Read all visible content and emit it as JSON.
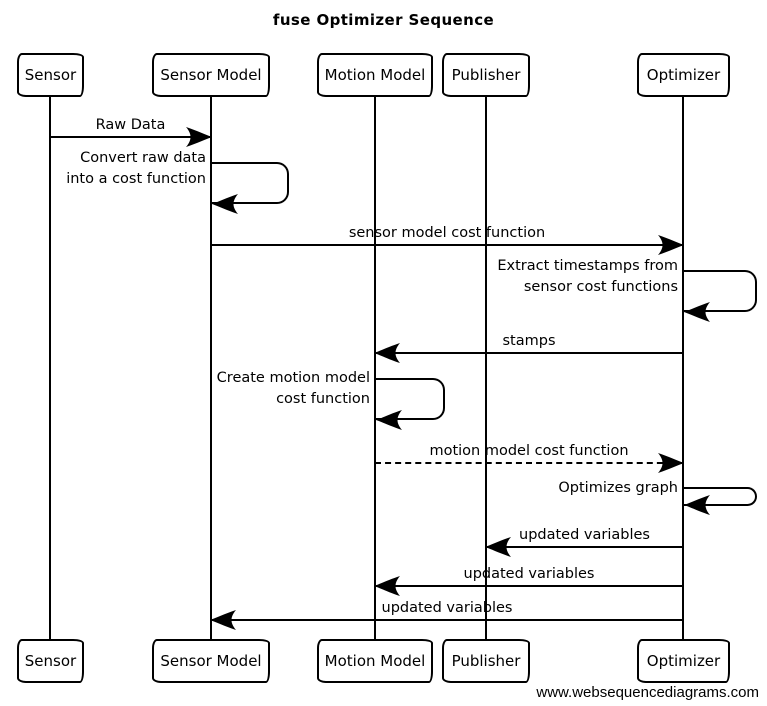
{
  "title": "fuse Optimizer Sequence",
  "watermark": "www.websequencediagrams.com",
  "participants": [
    {
      "name": "Sensor"
    },
    {
      "name": "Sensor Model"
    },
    {
      "name": "Motion Model"
    },
    {
      "name": "Publisher"
    },
    {
      "name": "Optimizer"
    }
  ],
  "messages": [
    {
      "type": "call",
      "from": "Sensor",
      "to": "Sensor Model",
      "label": "Raw Data",
      "line_style": "solid"
    },
    {
      "type": "self",
      "on": "Sensor Model",
      "lines": [
        "Convert raw data",
        "into a cost function"
      ]
    },
    {
      "type": "call",
      "from": "Sensor Model",
      "to": "Optimizer",
      "label": "sensor model cost function",
      "line_style": "solid"
    },
    {
      "type": "self",
      "on": "Optimizer",
      "lines": [
        "Extract timestamps from",
        "sensor cost functions"
      ]
    },
    {
      "type": "call",
      "from": "Optimizer",
      "to": "Motion Model",
      "label": "stamps",
      "line_style": "solid"
    },
    {
      "type": "self",
      "on": "Motion Model",
      "lines": [
        "Create motion model",
        "cost function"
      ]
    },
    {
      "type": "call",
      "from": "Motion Model",
      "to": "Optimizer",
      "label": "motion model cost function",
      "line_style": "dashed"
    },
    {
      "type": "self",
      "on": "Optimizer",
      "lines": [
        "Optimizes graph"
      ]
    },
    {
      "type": "call",
      "from": "Optimizer",
      "to": "Publisher",
      "label": "updated variables",
      "line_style": "solid"
    },
    {
      "type": "call",
      "from": "Optimizer",
      "to": "Motion Model",
      "label": "updated variables",
      "line_style": "solid"
    },
    {
      "type": "call",
      "from": "Optimizer",
      "to": "Sensor Model",
      "label": "updated variables",
      "line_style": "solid"
    }
  ],
  "colors": {
    "stroke": "#000000",
    "background": "#ffffff",
    "text": "#000000"
  }
}
